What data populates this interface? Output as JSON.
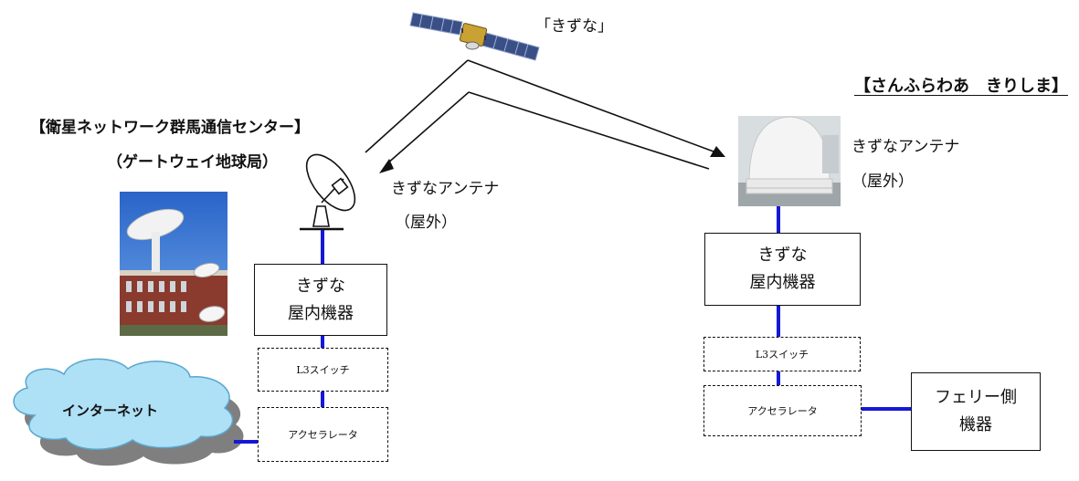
{
  "satellite": {
    "label": "「きずな」"
  },
  "gateway": {
    "title": "【衛星ネットワーク群馬通信センター】",
    "subtitle": "（ゲートウェイ地球局）",
    "antenna_label_1": "きずなアンテナ",
    "antenna_label_2": "（屋外）",
    "indoor_unit_line1": "きずな",
    "indoor_unit_line2": "屋内機器",
    "l3_switch": "L3スイッチ",
    "accelerator": "アクセラレータ",
    "internet": "インターネット"
  },
  "ship": {
    "title": "【さんふらわあ　きりしま】",
    "antenna_label_1": "きずなアンテナ",
    "antenna_label_2": "（屋外）",
    "indoor_unit_line1": "きずな",
    "indoor_unit_line2": "屋内機器",
    "l3_switch": "L3スイッチ",
    "accelerator": "アクセラレータ",
    "ferry_device_line1": "フェリー側",
    "ferry_device_line2": "機器"
  },
  "colors": {
    "link_line": "#1418d6",
    "cloud_fill": "#aee0f6",
    "cloud_shadow": "#7f7f7f"
  }
}
